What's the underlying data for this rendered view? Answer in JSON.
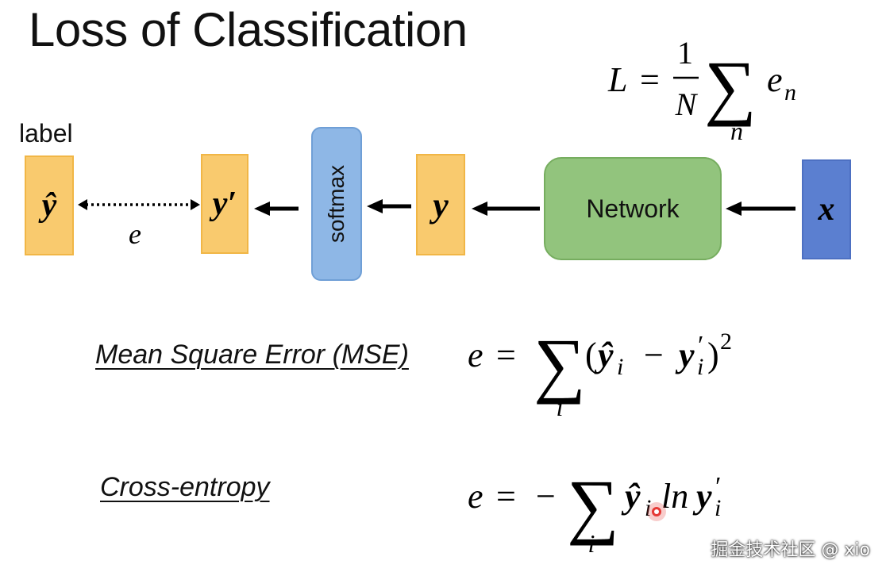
{
  "title": "Loss of Classification",
  "label_caption": "label",
  "diagram": {
    "y_hat": "ŷ",
    "y_prime": "y′",
    "softmax": "softmax",
    "y": "y",
    "network": "Network",
    "x": "x",
    "e": "e"
  },
  "loss_formula": {
    "L": "L",
    "equals": "=",
    "numerator": "1",
    "denominator": "N",
    "sum": "∑",
    "sum_index": "n",
    "term": "e",
    "term_sub": "n"
  },
  "mse": {
    "label": "Mean Square Error (MSE)",
    "lhs": "e",
    "equals": "=",
    "sum": "∑",
    "sum_index": "i",
    "open": "(",
    "a": "ŷ",
    "a_sub": "i",
    "minus": "−",
    "b": "y",
    "b_prime": "′",
    "b_sub": "i",
    "close": ")",
    "power": "2"
  },
  "cross_entropy": {
    "label": "Cross-entropy",
    "lhs": "e",
    "equals": "=",
    "neg": "−",
    "sum": "∑",
    "sum_index": "i",
    "a": "ŷ",
    "a_sub": "i",
    "ln": "ln",
    "b": "y",
    "b_prime": "′",
    "b_sub": "i"
  },
  "watermark": "掘金技术社区 @ xio",
  "colors": {
    "orange": "#f9ca6e",
    "softmax_blue": "#8eb7e6",
    "network_green": "#92c47d",
    "x_blue": "#5b7fd0",
    "cursor_red": "#e53935"
  }
}
